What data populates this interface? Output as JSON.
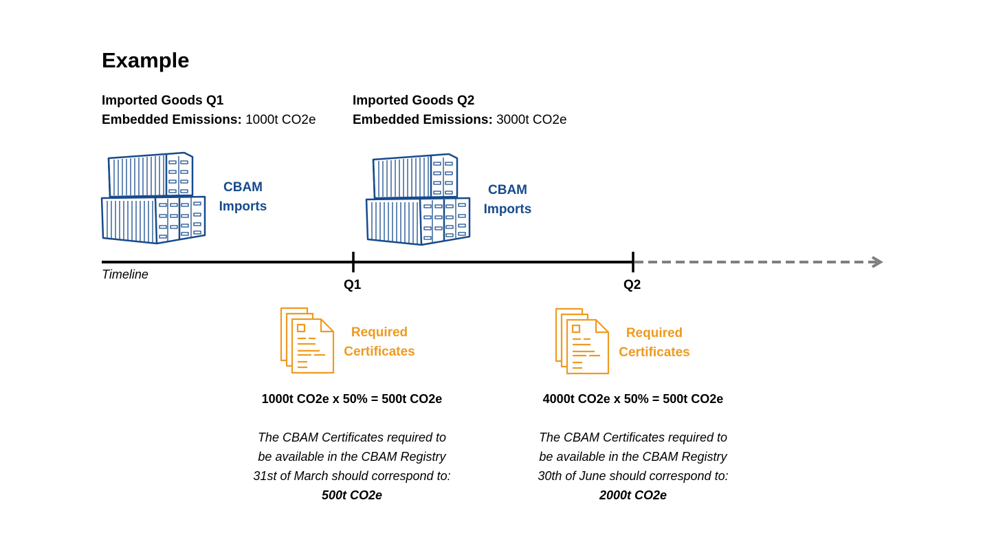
{
  "title": "Example",
  "periods": [
    {
      "goods_label": "Imported Goods Q1",
      "emissions_label": "Embedded Emissions:",
      "emissions_value": "1000t CO2e",
      "imports_line1": "CBAM",
      "imports_line2": "Imports",
      "quarter": "Q1",
      "cert_line1": "Required",
      "cert_line2": "Certificates",
      "equation": "1000t CO2e x 50% = 500t CO2e",
      "desc_lines": [
        "The CBAM Certificates required to",
        "be available in the CBAM Registry",
        "31st of March should correspond to:"
      ],
      "desc_result": "500t CO2e"
    },
    {
      "goods_label": "Imported Goods Q2",
      "emissions_label": "Embedded Emissions:",
      "emissions_value": "3000t CO2e",
      "imports_line1": "CBAM",
      "imports_line2": "Imports",
      "quarter": "Q2",
      "cert_line1": "Required",
      "cert_line2": "Certificates",
      "equation": "4000t CO2e x 50% = 500t CO2e",
      "desc_lines": [
        "The CBAM Certificates required to",
        "be available in the CBAM Registry",
        "30th of June should correspond to:"
      ],
      "desc_result": "2000t CO2e"
    }
  ],
  "timeline_label": "Timeline",
  "colors": {
    "containers": "#174a8c",
    "certificates": "#ef9a20",
    "timeline": "#000000",
    "future": "#7f7f7f"
  }
}
